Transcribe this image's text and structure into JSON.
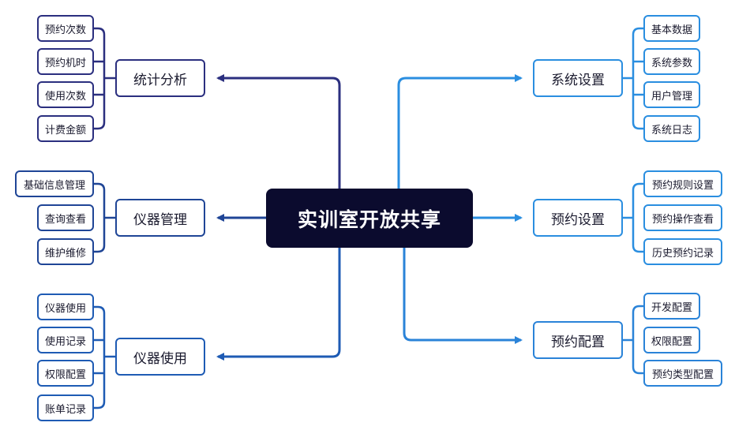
{
  "center": {
    "label": "实训室开放共享"
  },
  "branches": [
    {
      "label": "统计分析",
      "color": "#2b2f7f",
      "children": [
        "预约次数",
        "预约机时",
        "使用次数",
        "计费金额"
      ]
    },
    {
      "label": "仪器管理",
      "color": "#1f4596",
      "children": [
        "基础信息管理",
        "查询查看",
        "维护维修"
      ]
    },
    {
      "label": "仪器使用",
      "color": "#1e5bb4",
      "children": [
        "仪器使用",
        "使用记录",
        "权限配置",
        "账单记录"
      ]
    },
    {
      "label": "系统设置",
      "color": "#2a8ee0",
      "children": [
        "基本数据",
        "系统参数",
        "用户管理",
        "系统日志"
      ]
    },
    {
      "label": "预约设置",
      "color": "#2a8ee0",
      "children": [
        "预约规则设置",
        "预约操作查看",
        "历史预约记录"
      ]
    },
    {
      "label": "预约配置",
      "color": "#2a83d8",
      "children": [
        "开发配置",
        "权限配置",
        "预约类型配置"
      ]
    }
  ]
}
